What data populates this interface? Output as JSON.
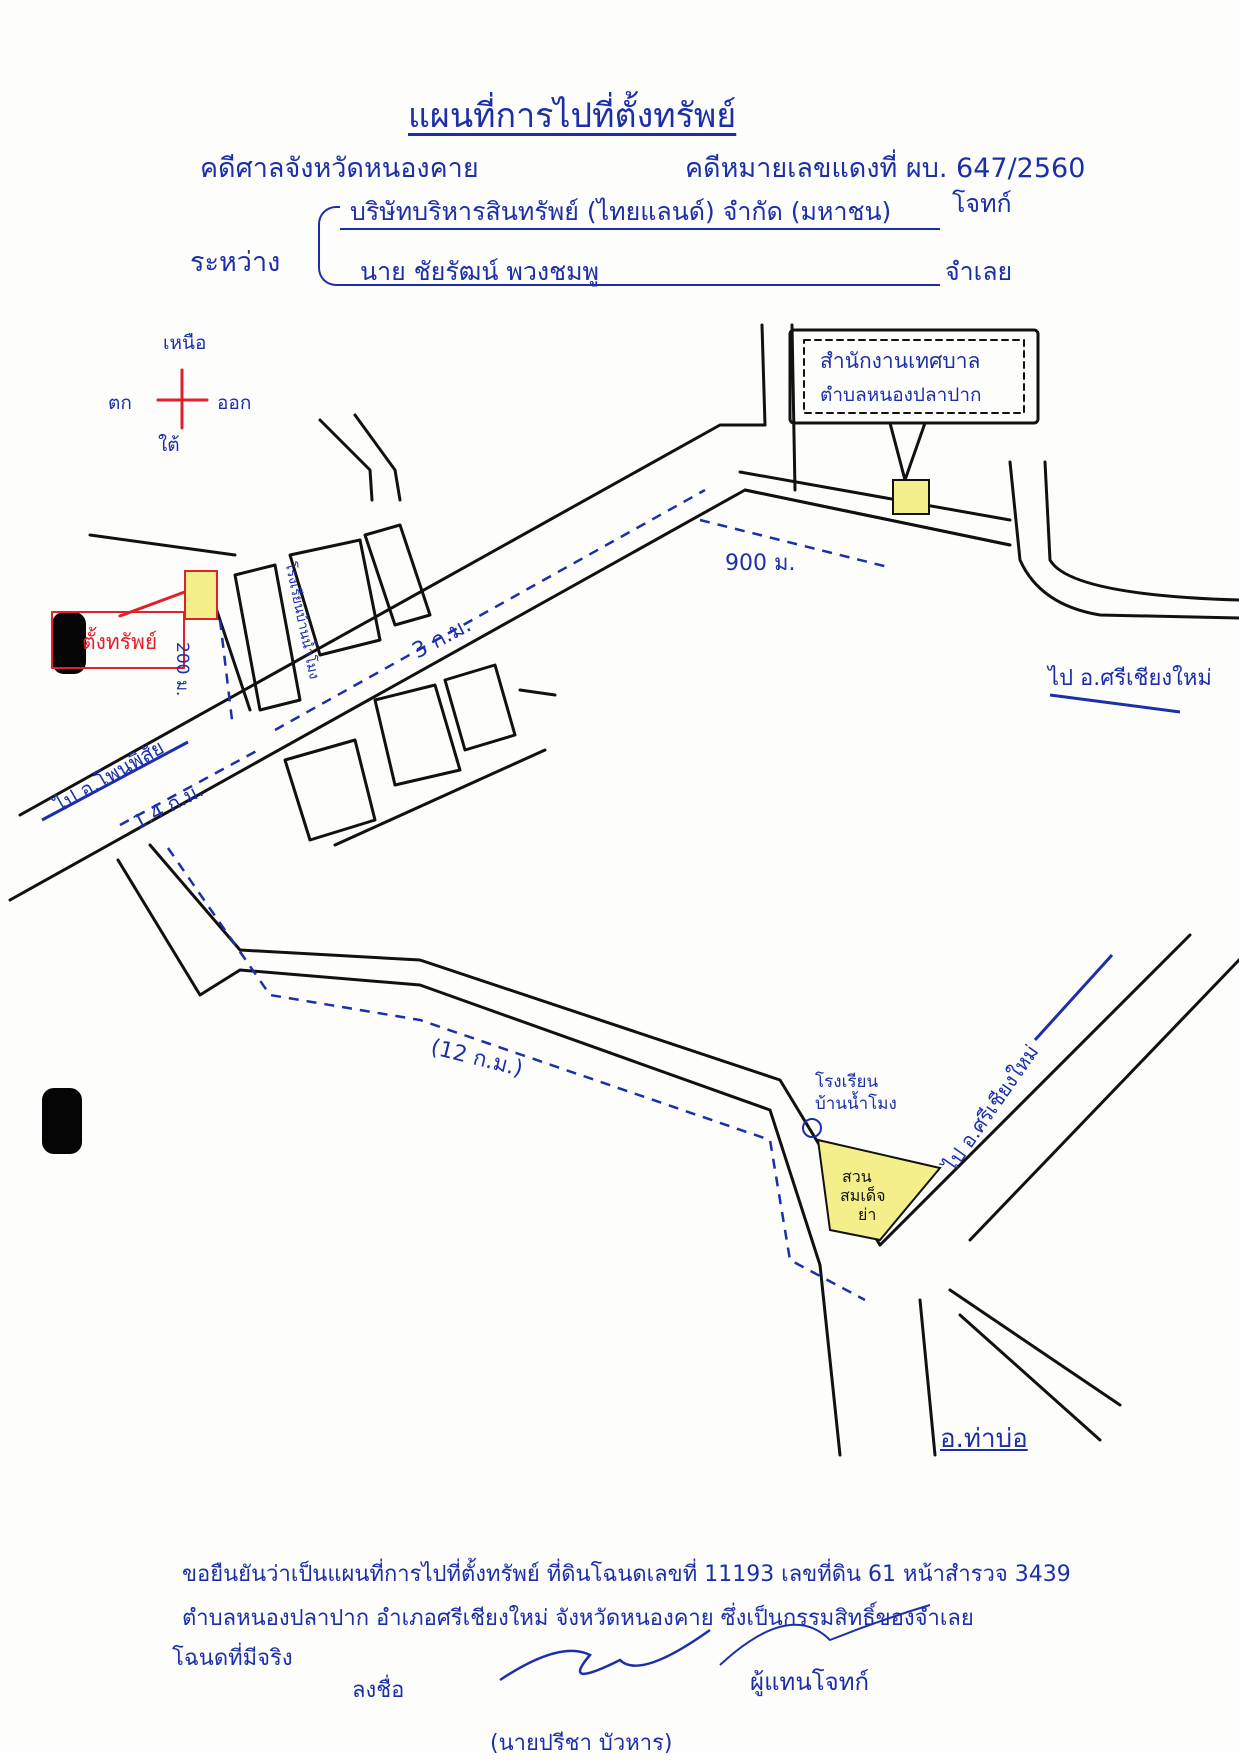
{
  "document": {
    "title": "แผนที่การไปที่ตั้งทรัพย์",
    "court": "คดีศาลจังหวัดหนองคาย",
    "case_number": "คดีหมายเลขแดงที่ ผบ. 647/2560",
    "between_label": "ระหว่าง",
    "party1_name": "บริษัทบริหารสินทรัพย์ (ไทยแลนด์) จำกัด (มหาชน)",
    "party1_role": "โจทก์",
    "party2_name": "นาย ชัยรัฒน์   พวงชมพู",
    "party2_role": "จำเลย"
  },
  "map": {
    "compass": {
      "north": "เหนือ",
      "south": "ใต้",
      "east": "ออก",
      "west": "ตก"
    },
    "labels": {
      "office_name": "สำนักงานเทศบาล",
      "office_subdistrict": "ตำบลหนองปลาปาก",
      "school": "โรงเรียนบ้านน้ำโมง",
      "property": "ตั้งทรัพย์",
      "dist_200": "200 ม.",
      "dist_3km": "3 ก.ม.",
      "dist_900": "900 ม.",
      "dist_1_4km": "1.4 ก.ม.",
      "dist_12km": "(12 ก.ม.)",
      "to_phonphisai": "ไป อ.โพนพิสัย",
      "to_sichiangmai_top": "ไป อ.ศรีเชียงใหม่",
      "to_sichiangmai_right": "ไป อ.ศรีเชียงใหม่",
      "school_bottom_line1": "โรงเรียน",
      "school_bottom_line2": "บ้านน้ำโมง",
      "park_line1": "สวน",
      "park_line2": "สมเด็จ",
      "park_line3": "ย่า",
      "tha_bo": "อ.ท่าบ่อ"
    },
    "colors": {
      "ink": "#1c2fa8",
      "road": "#111111",
      "highlight": "#f4ef8a",
      "marker_red": "#e0202a"
    }
  },
  "confirmation": {
    "line1": "ขอยืนยันว่าเป็นแผนที่การไปที่ตั้งทรัพย์ ที่ดินโฉนดเลขที่ 11193 เลขที่ดิน 61 หน้าสำรวจ 3439",
    "line2": "ตำบลหนองปลาปาก  อำเภอศรีเชียงใหม่  จังหวัดหนองคาย  ซึ่งเป็นกรรมสิทธิ์ของจำเลย",
    "line3": "โฉนดที่มีจริง",
    "sign_label": "ลงชื่อ",
    "sign_right": "ผู้แทนโจทก์",
    "signer": "(นายปรีชา  บัวหาร)"
  }
}
